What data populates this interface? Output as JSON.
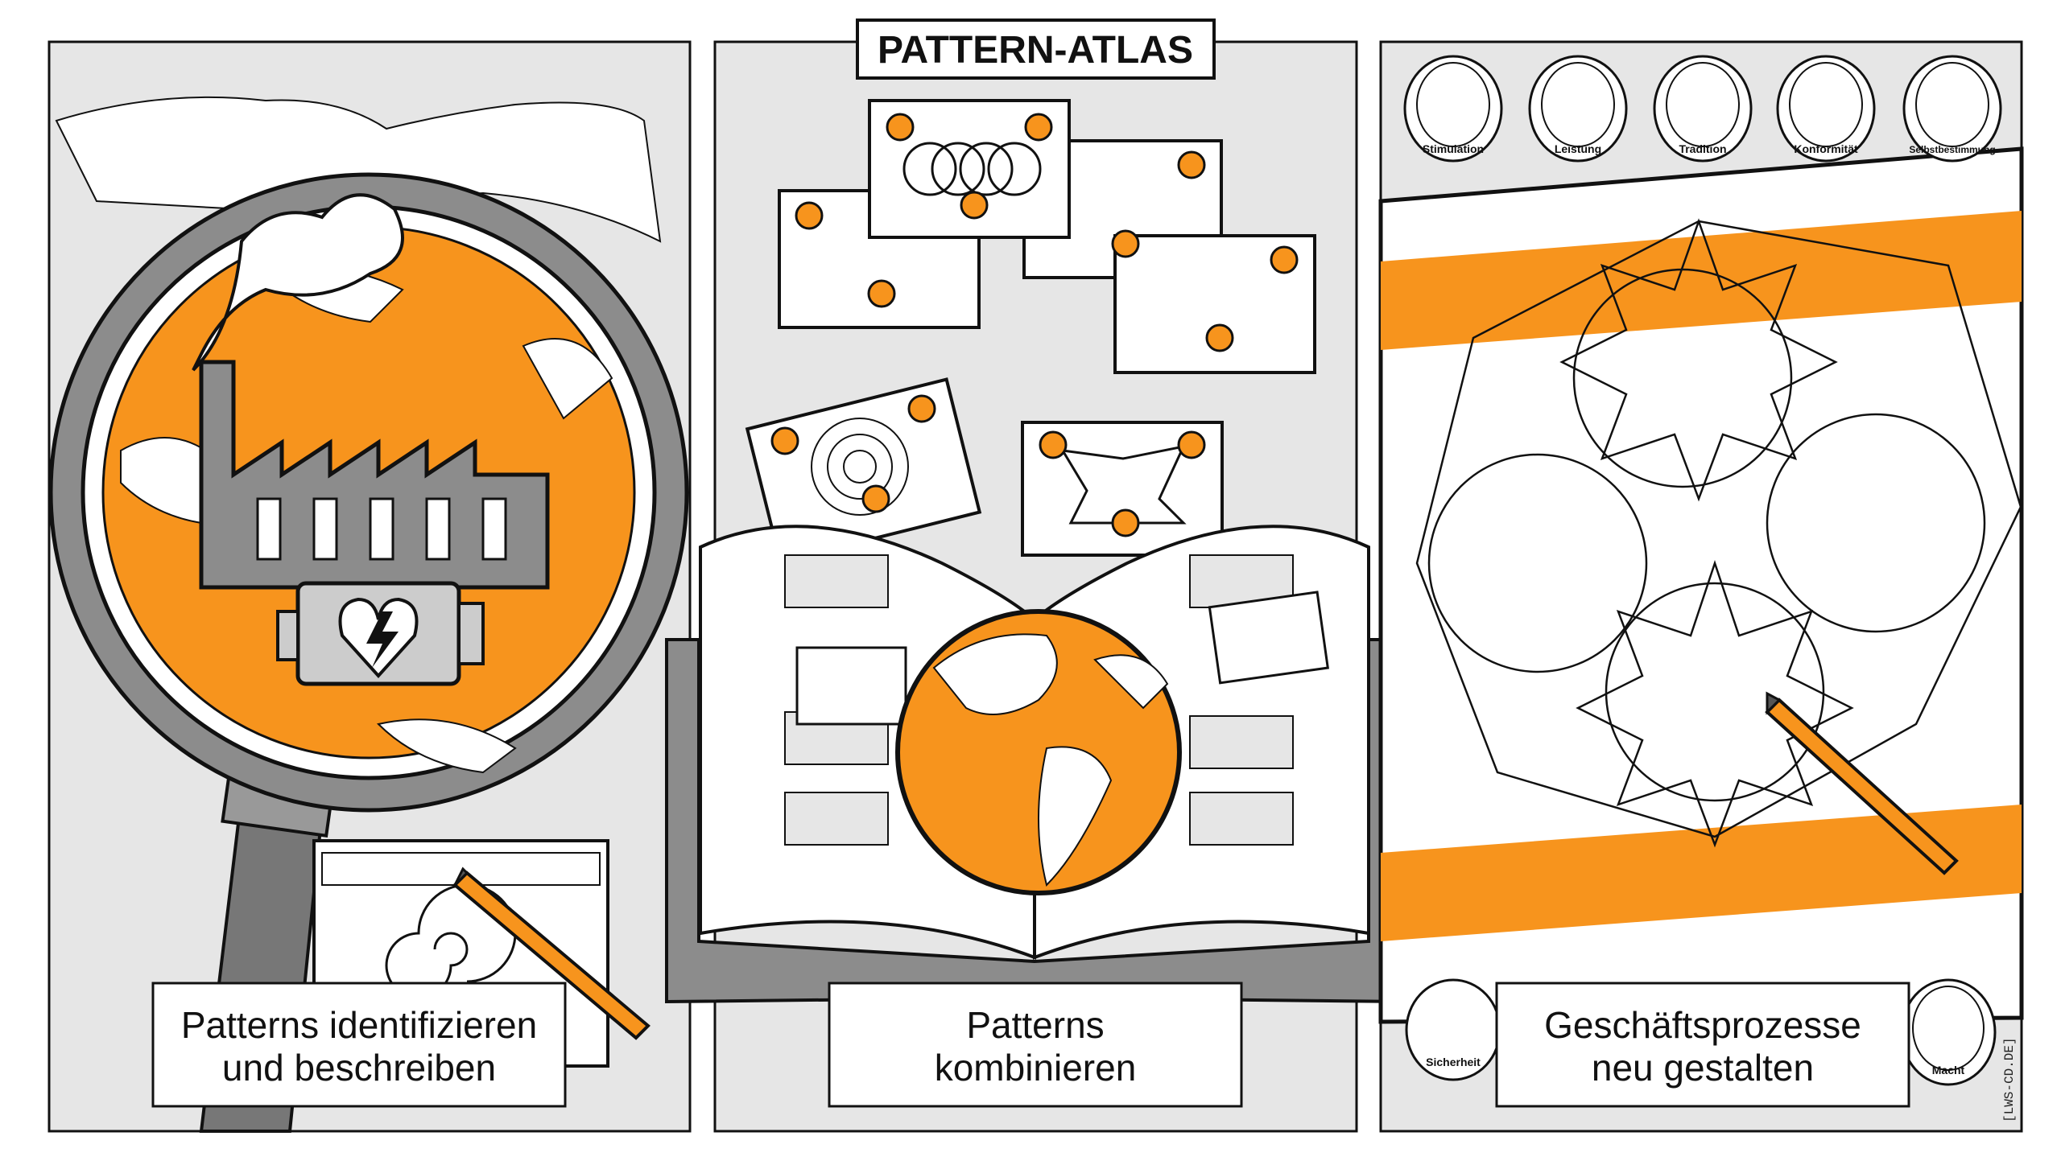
{
  "title": "PATTERN-ATLAS",
  "panels": [
    {
      "label_line1": "Patterns identifizieren",
      "label_line2": "und beschreiben"
    },
    {
      "label_line1": "Patterns",
      "label_line2": "kombinieren"
    },
    {
      "label_line1": "Geschäftsprozesse",
      "label_line2": "neu gestalten"
    }
  ],
  "badges": [
    "Stimulation",
    "Leistung",
    "Tradition",
    "Konformität",
    "Selbstbestimmung",
    "Sicherheit",
    "Macht"
  ],
  "credit": "[LWS-CD.DE]",
  "colors": {
    "accent": "#f7941d",
    "panel_bg": "#e6e6e6",
    "gray": "#8c8c8c",
    "stroke": "#111111"
  }
}
